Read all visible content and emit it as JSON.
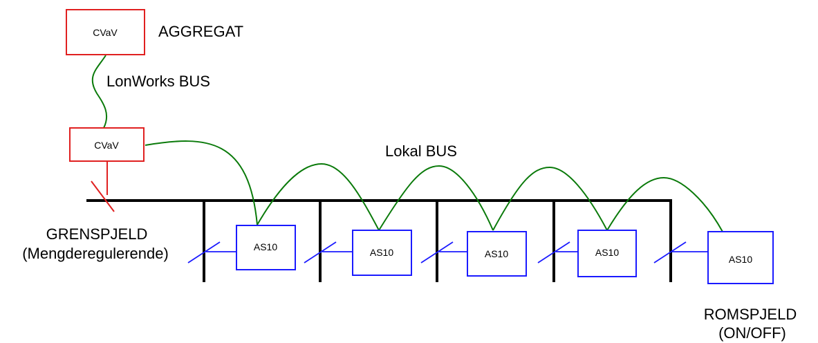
{
  "labels": {
    "aggregat": "AGGREGAT",
    "lonworks_bus": "LonWorks BUS",
    "lokal_bus": "Lokal BUS",
    "grenspjeld": "GRENSPJELD",
    "grenspjeld_sub": "(Mengderegulerende)",
    "romspjeld": "ROMSPJELD",
    "romspjeld_sub": "(ON/OFF)"
  },
  "cvav_units": [
    {
      "label": "CVaV",
      "role": "aggregat"
    },
    {
      "label": "CVaV",
      "role": "zone"
    }
  ],
  "as10_units": [
    "AS10",
    "AS10",
    "AS10",
    "AS10",
    "AS10"
  ],
  "colors": {
    "cvav_border": "#e02020",
    "as10_border": "#1a1aff",
    "bus_line": "#0a7a0a",
    "duct": "#000000",
    "damper_main": "#e02020",
    "damper_room": "#1a1aff"
  }
}
